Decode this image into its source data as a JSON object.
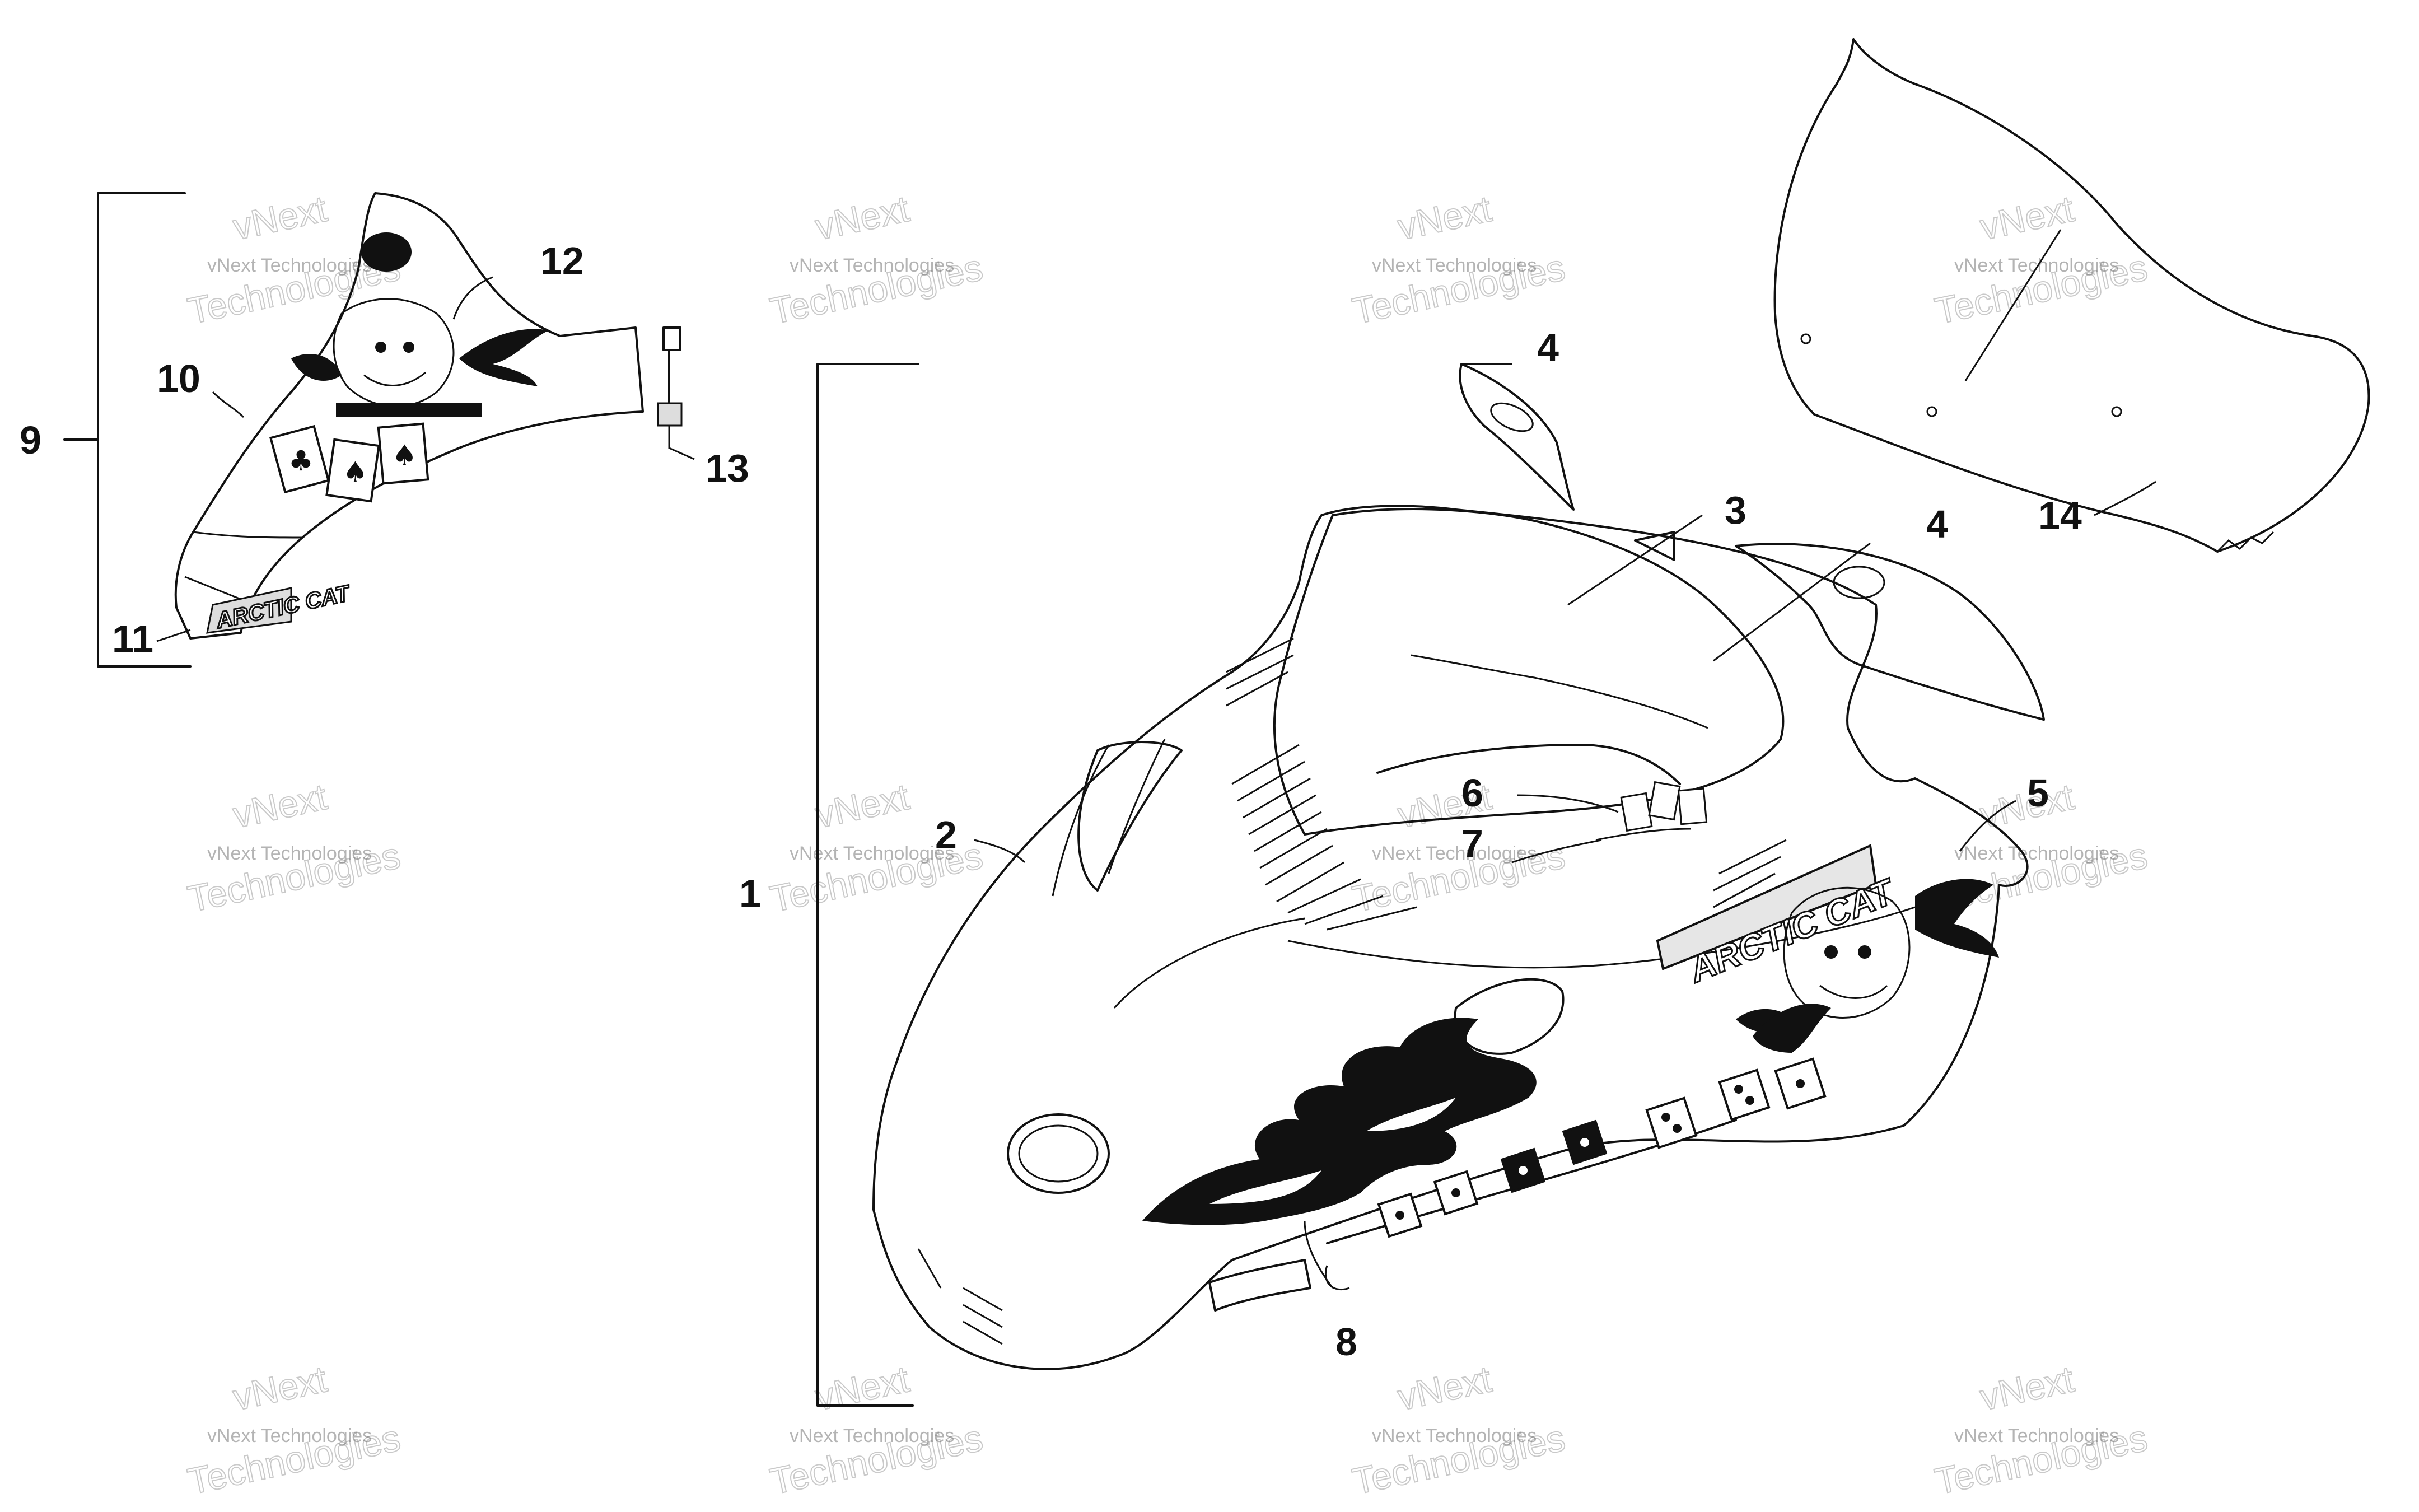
{
  "labels": {
    "l1": "1",
    "l2": "2",
    "l3": "3",
    "l4a": "4",
    "l4b": "4",
    "l5": "5",
    "l6": "6",
    "l7": "7",
    "l8": "8",
    "l9": "9",
    "l10": "10",
    "l11": "11",
    "l12": "12",
    "l13": "13",
    "l14": "14"
  },
  "decals": {
    "hood_brand": "ARCTIC CAT",
    "small_brand": "ARCTIC CAT"
  },
  "watermark": {
    "line1": "vNext Technologies",
    "line2": "vNext",
    "line3": "Technologies"
  }
}
